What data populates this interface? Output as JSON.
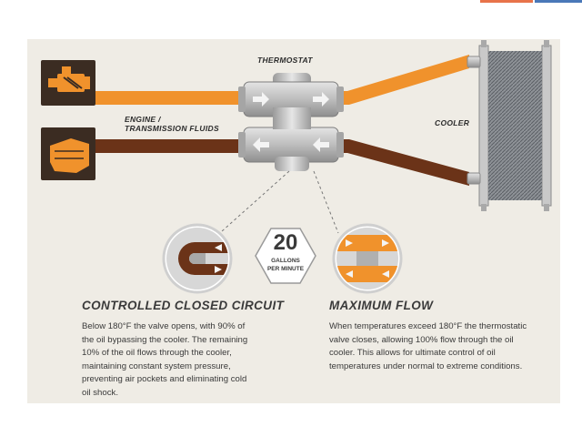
{
  "labels": {
    "thermostat": "THERMOSTAT",
    "engine_line1": "ENGINE /",
    "engine_line2": "TRANSMISSION FLUIDS",
    "cooler": "COOLER"
  },
  "badge": {
    "value": "20",
    "unit_line1": "GALLONS",
    "unit_line2": "PER MINUTE"
  },
  "sections": {
    "closed_circuit": {
      "title": "CONTROLLED CLOSED CIRCUIT",
      "body": "Below 180°F the valve opens, with 90% of the oil bypassing the cooler. The remaining 10% of the oil flows through the cooler, maintaining constant system pressure, preventing air pockets and eliminating cold oil shock."
    },
    "max_flow": {
      "title": "MAXIMUM FLOW",
      "body": "When temperatures exceed 180°F the thermostatic valve closes, allowing 100% flow through the oil cooler. This allows for ultimate control of oil temperatures under normal to extreme conditions."
    }
  },
  "icons": {
    "engine": "engine-icon",
    "transmission": "transmission-icon",
    "arrow": "arrow-icon",
    "cooler": "radiator-icon"
  },
  "colors": {
    "hot_fluid": "#f0922c",
    "cool_fluid": "#6b3318",
    "icon_tile": "#3b2c22",
    "icon_fill": "#f0922c",
    "panel_bg": "#efece5",
    "text": "#3a3a3a"
  }
}
